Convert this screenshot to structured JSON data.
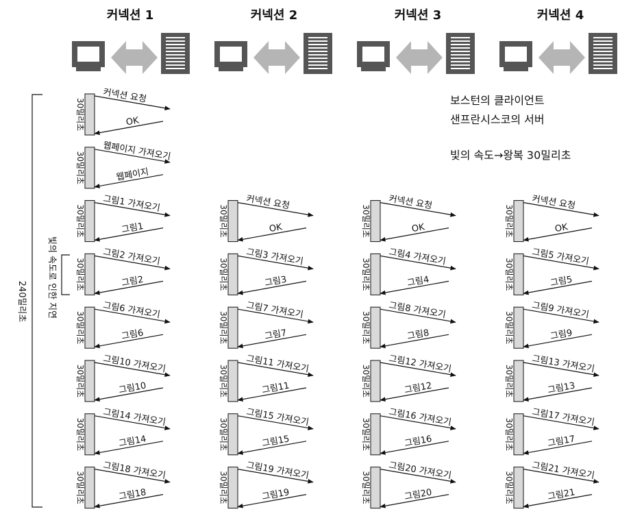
{
  "connections": [
    {
      "title": "커넥션 1"
    },
    {
      "title": "커넥션 2"
    },
    {
      "title": "커넥션 3"
    },
    {
      "title": "커넥션 4"
    }
  ],
  "legend": {
    "client": "보스턴의 클라이언트",
    "server": "샌프란시스코의 서버",
    "rtt": "빛의 속도→왕복 30밀리초"
  },
  "side": {
    "total": "240밀리초",
    "delay": "빛의 속도로 인한 지연"
  },
  "interval_label": "30밀리초",
  "columns": [
    {
      "slots": [
        {
          "slot": 0,
          "req": "커넥션 요청",
          "resp": "OK"
        },
        {
          "slot": 1,
          "req": "웹페이지 가져오기",
          "resp": "웹페이지"
        },
        {
          "slot": 2,
          "req": "그림1 가져오기",
          "resp": "그림1"
        },
        {
          "slot": 3,
          "req": "그림2 가져오기",
          "resp": "그림2"
        },
        {
          "slot": 4,
          "req": "그림6 가져오기",
          "resp": "그림6"
        },
        {
          "slot": 5,
          "req": "그림10 가져오기",
          "resp": "그림10"
        },
        {
          "slot": 6,
          "req": "그림14 가져오기",
          "resp": "그림14"
        },
        {
          "slot": 7,
          "req": "그림18 가져오기",
          "resp": "그림18"
        }
      ]
    },
    {
      "slots": [
        {
          "slot": 2,
          "req": "커넥션 요청",
          "resp": "OK"
        },
        {
          "slot": 3,
          "req": "그림3 가져오기",
          "resp": "그림3"
        },
        {
          "slot": 4,
          "req": "그림7 가져오기",
          "resp": "그림7"
        },
        {
          "slot": 5,
          "req": "그림11 가져오기",
          "resp": "그림11"
        },
        {
          "slot": 6,
          "req": "그림15 가져오기",
          "resp": "그림15"
        },
        {
          "slot": 7,
          "req": "그림19 가져오기",
          "resp": "그림19"
        }
      ]
    },
    {
      "slots": [
        {
          "slot": 2,
          "req": "커넥션 요청",
          "resp": "OK"
        },
        {
          "slot": 3,
          "req": "그림4 가져오기",
          "resp": "그림4"
        },
        {
          "slot": 4,
          "req": "그림8 가져오기",
          "resp": "그림8"
        },
        {
          "slot": 5,
          "req": "그림12 가져오기",
          "resp": "그림12"
        },
        {
          "slot": 6,
          "req": "그림16 가져오기",
          "resp": "그림16"
        },
        {
          "slot": 7,
          "req": "그림20 가져오기",
          "resp": "그림20"
        }
      ]
    },
    {
      "slots": [
        {
          "slot": 2,
          "req": "커넥션 요청",
          "resp": "OK"
        },
        {
          "slot": 3,
          "req": "그림5 가져오기",
          "resp": "그림5"
        },
        {
          "slot": 4,
          "req": "그림9 가져오기",
          "resp": "그림9"
        },
        {
          "slot": 5,
          "req": "그림13 가져오기",
          "resp": "그림13"
        },
        {
          "slot": 6,
          "req": "그림17 가져오기",
          "resp": "그림17"
        },
        {
          "slot": 7,
          "req": "그림21 가져오기",
          "resp": "그림21"
        }
      ]
    }
  ],
  "icons": {
    "client": "computer-icon",
    "server": "server-icon",
    "link": "double-arrow-icon"
  },
  "colors": {
    "bar": "#d9d9d9",
    "icon_dark": "#555555",
    "arrow_gray": "#b5b5b5",
    "line": "#111111"
  }
}
